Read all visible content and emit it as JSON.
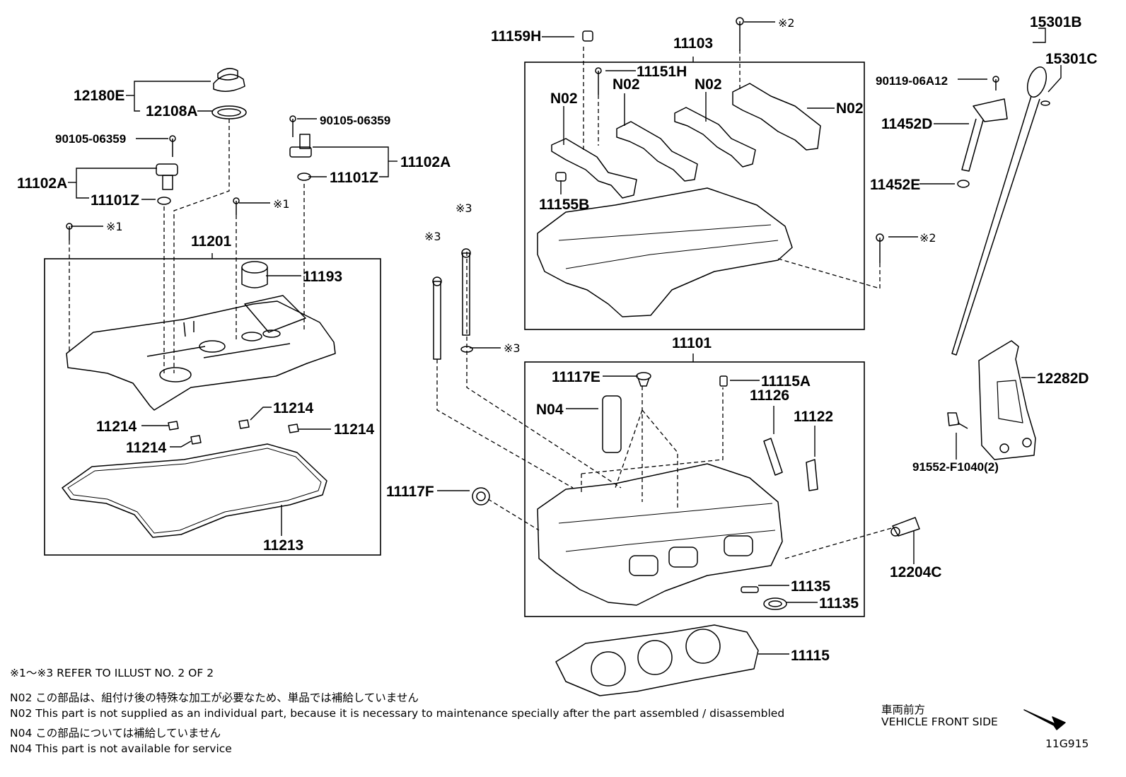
{
  "parts": {
    "p11159H": "11159H",
    "p11103": "11103",
    "p11151H": "11151H",
    "n02_a": "N02",
    "n02_b": "N02",
    "n02_c": "N02",
    "n02_d": "N02",
    "p11155B": "11155B",
    "p15301B": "15301B",
    "p15301C": "15301C",
    "p90119": "90119-06A12",
    "p11452D": "11452D",
    "p11452E": "11452E",
    "p12180E": "12180E",
    "p12108A": "12108A",
    "p90105_l": "90105-06359",
    "p90105_r": "90105-06359",
    "p11102A_l": "11102A",
    "p11102A_r": "11102A",
    "p11101Z_l": "11101Z",
    "p11101Z_r": "11101Z",
    "p11201": "11201",
    "p11193": "11193",
    "p11214_a": "11214",
    "p11214_b": "11214",
    "p11214_c": "11214",
    "p11214_d": "11214",
    "p11213": "11213",
    "p11101": "11101",
    "p11117E": "11117E",
    "p11115A": "11115A",
    "n04": "N04",
    "p11126": "11126",
    "p11122": "11122",
    "p11117F": "11117F",
    "p12282D": "12282D",
    "p91552": "91552-F1040(2)",
    "p12204C": "12204C",
    "p11135_a": "11135",
    "p11135_b": "11135",
    "p11115": "11115"
  },
  "refs": {
    "r1_a": "※1",
    "r1_b": "※1",
    "r2_a": "※2",
    "r2_b": "※2",
    "r3_a": "※3",
    "r3_b": "※3",
    "r3_c": "※3"
  },
  "notes": {
    "line1": "※1～※3  REFER TO ILLUST NO. 2 OF 2",
    "line2": "N02 この部品は、組付け後の特殊な加工が必要なため、単品では補給していません",
    "line3": "N02 This part is not supplied as an  individual part, because it is necessary to maintenance specially after the part assembled / disassembled",
    "line4": "N04 この部品については補給していません",
    "line5": "N04 This part is not available for service"
  },
  "front": {
    "jp": "車両前方",
    "en": "VEHICLE FRONT SIDE"
  },
  "illustration_code": "11G915"
}
